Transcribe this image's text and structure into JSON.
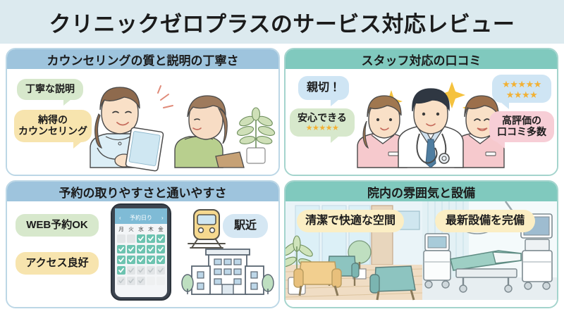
{
  "header": {
    "title": "クリニックゼロプラスのサービス対応レビュー",
    "band_color": "#dceaef"
  },
  "theme": {
    "blue_header": "#9ec4dd",
    "teal_header": "#80c9be",
    "blue_border": "#bcd7e6",
    "teal_border": "#a4d4cd",
    "bubble_green": "#d7e8cc",
    "bubble_yellow": "#f7e4ae",
    "bubble_blue": "#cfe5f4",
    "bubble_pink": "#f7ced6",
    "bubble_cream": "#fbeec4",
    "bubble_paleblue": "#d5e7f3",
    "star_color": "#f2b134",
    "page_background": "#ffffff"
  },
  "panels": [
    {
      "id": "counseling",
      "title": "カウンセリングの質と説明の丁寧さ",
      "accent": "blue",
      "scene": "female staff showing a tablet to a seated female patient, with a potted plant on the right",
      "labels": [
        {
          "text": "丁寧な説明",
          "style": "green",
          "stars": null
        },
        {
          "text_lines": [
            "納得の",
            "カウンセリング"
          ],
          "style": "yellow",
          "stars": null
        }
      ]
    },
    {
      "id": "staff-reviews",
      "title": "スタッフ対応の口コミ",
      "accent": "teal",
      "scene": "male doctor in white coat with stethoscope flanked by two nurses in pink uniforms, sparkles above",
      "labels": [
        {
          "text": "親切！",
          "style": "blue",
          "stars": null
        },
        {
          "text": "安心できる",
          "style": "green",
          "stars": 5
        },
        {
          "text": null,
          "style": "blue",
          "stars_rows": [
            5,
            4
          ]
        },
        {
          "text_lines": [
            "高評価の",
            "口コミ多数"
          ],
          "style": "pink",
          "stars": null
        }
      ]
    },
    {
      "id": "booking-access",
      "title": "予約の取りやすさと通いやすさ",
      "accent": "blue",
      "scene": "smartphone showing a booking calendar, a train icon and a clinic building with trees",
      "labels": [
        {
          "text": "WEB予約OK",
          "style": "green",
          "stars": null
        },
        {
          "text": "アクセス良好",
          "style": "yellow",
          "stars": null
        },
        {
          "text": "駅近",
          "style": "paleblue",
          "stars": null
        }
      ],
      "calendar": {
        "header": "予約日り",
        "prev_icon": "chevron-left-icon",
        "next_icon": "chevron-right-icon",
        "day_headers": [
          "月",
          "火",
          "水",
          "木",
          "金"
        ],
        "rows": [
          [
            "off",
            "off",
            "on",
            "on",
            "on"
          ],
          [
            "on",
            "on",
            "on",
            "on",
            "on"
          ],
          [
            "on",
            "on",
            "on",
            "on",
            "on"
          ],
          [
            "on",
            "dim",
            "dim",
            "dim",
            "dim"
          ],
          [
            "dim",
            "dim",
            "dim",
            "off",
            "off"
          ]
        ]
      }
    },
    {
      "id": "atmosphere-equipment",
      "title": "院内の雰囲気と設備",
      "accent": "teal",
      "scene": "left: bright waiting room with armchairs and plants; right: treatment room with examination bed, surgical lamp and medical equipment carts",
      "labels": [
        {
          "text": "清潔で快適な空間",
          "style": "cream",
          "stars": null
        },
        {
          "text": "最新設備を完備",
          "style": "cream",
          "stars": null
        }
      ]
    }
  ]
}
